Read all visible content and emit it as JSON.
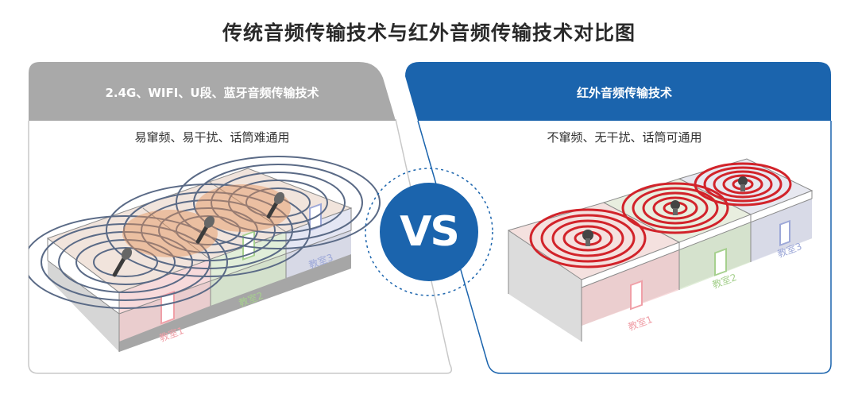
{
  "title": "传统音频传输技术与红外音频传输技术对比图",
  "left_panel": {
    "header": "2.4G、WIFI、U段、蓝牙音频传输技术",
    "subtitle": "易窜频、易干扰、话筒难通用",
    "rooms": [
      "教室1",
      "教室2",
      "教室3"
    ],
    "header_color": "#a9a9a9"
  },
  "right_panel": {
    "header": "红外音频传输技术",
    "subtitle": "不窜频、无干扰、话筒可通用",
    "rooms": [
      "教室1",
      "教室2",
      "教室3"
    ],
    "header_color": "#1b64ad"
  },
  "vs_label": "VS",
  "colors": {
    "blue": "#1b64ad",
    "gray": "#a9a9a9",
    "room1": "#f0a0a8",
    "room2": "#a6d08e",
    "room3": "#9da8d8",
    "wave_gray": "#5a6a86",
    "wave_red": "#d2232a",
    "overlap_orange": "#e5935a"
  }
}
